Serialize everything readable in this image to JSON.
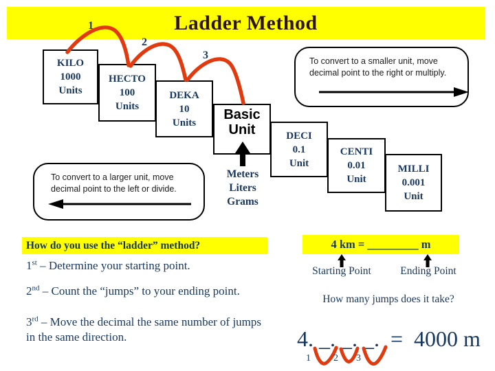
{
  "title": "Ladder Method",
  "colors": {
    "highlight_yellow": "#ffff00",
    "navy_text": "#17365d",
    "jump_red": "#e13a0f",
    "title_text": "#2e150a"
  },
  "jump_numbers": {
    "j1": "1",
    "j2": "2",
    "j3": "3"
  },
  "ladder": {
    "steps": [
      {
        "name": "KILO",
        "value": "1000",
        "unit": "Units"
      },
      {
        "name": "HECTO",
        "value": "100",
        "unit": "Units"
      },
      {
        "name": "DEKA",
        "value": "10",
        "unit": "Units"
      },
      {
        "name": "DECI",
        "value": "0.1",
        "unit": "Unit"
      },
      {
        "name": "CENTI",
        "value": "0.01",
        "unit": "Unit"
      },
      {
        "name": "MILLI",
        "value": "0.001",
        "unit": "Unit"
      }
    ],
    "basic_unit": {
      "line1": "Basic",
      "line2": "Unit"
    },
    "base_units": {
      "l1": "Meters",
      "l2": "Liters",
      "l3": "Grams"
    }
  },
  "callouts": {
    "smaller_line1": "To convert to a smaller unit, move",
    "smaller_line2": "decimal  point to the right or multiply.",
    "larger_line1": "To convert to a larger unit, move",
    "larger_line2": "decimal  point to the left or divide."
  },
  "how_to": {
    "heading": "How do you use the “ladder” method?",
    "steps": [
      {
        "num": "1",
        "suffix": "st",
        "text": " – Determine your starting point."
      },
      {
        "num": "2",
        "suffix": "nd",
        "text": " – Count the “jumps” to your ending point."
      },
      {
        "num": "3",
        "suffix": "rd",
        "text": " – Move the decimal the same number of jumps in the same direction."
      }
    ]
  },
  "example": {
    "problem": "4 km = _________ m",
    "starting_label": "Starting Point",
    "ending_label": "Ending Point",
    "question": "How many jumps does it take?",
    "solution": "4. _. _. _.  =  4000 m",
    "solution_jumps": {
      "j1": "1",
      "j2": "2",
      "j3": "3"
    }
  }
}
